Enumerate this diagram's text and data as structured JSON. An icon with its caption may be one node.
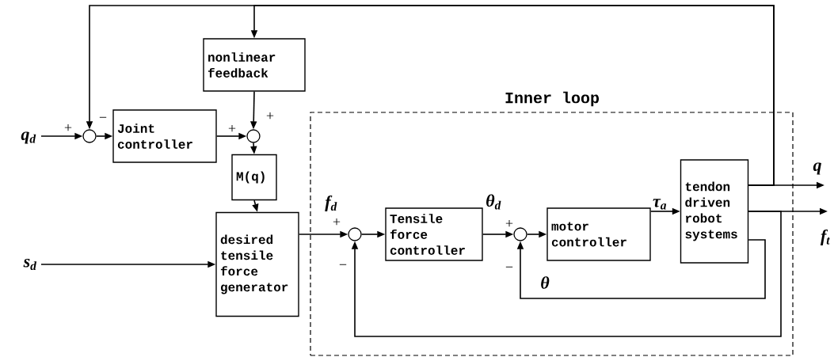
{
  "diagram": {
    "nodes": [
      {
        "text": [
          "Inner loop"
        ]
      },
      {
        "text": [
          "nonlinear feedback"
        ]
      },
      {
        "text": [
          "Joint controller"
        ]
      },
      {
        "text": [
          "M(q)"
        ]
      },
      {
        "text": [
          "desired tensile force generator"
        ]
      },
      {
        "text": [
          "Tensile force controller"
        ],
        "in": 0
      },
      {
        "text": [
          "motor controller"
        ],
        "in": 0
      },
      {
        "text": [
          "tendon driven robot systems"
        ],
        "in": 0
      },
      {
        "text": [],
        "shape": "circle"
      },
      {
        "text": [],
        "shape": "circle"
      },
      {
        "text": [],
        "shape": "circle",
        "in": 0
      },
      {
        "text": [],
        "shape": "circle",
        "in": 0
      }
    ],
    "edges": [
      {
        "from": null,
        "to": 8,
        "arrow": "to",
        "label": "q$_{d}$"
      },
      {
        "from": 8,
        "to": 2,
        "arrow": "to"
      },
      {
        "from": 2,
        "to": 9,
        "arrow": "to"
      },
      {
        "from": 1,
        "to": 9,
        "arrow": "to"
      },
      {
        "from": 9,
        "to": 3,
        "arrow": "to"
      },
      {
        "from": 3,
        "to": 4,
        "arrow": "to"
      },
      {
        "from": null,
        "to": 4,
        "arrow": "to",
        "label": "s$_{d}$"
      },
      {
        "from": 4,
        "to": 10,
        "arrow": "to",
        "label": "f$_{d}$"
      },
      {
        "from": 10,
        "to": 5,
        "arrow": "to"
      },
      {
        "from": 5,
        "to": 11,
        "arrow": "to",
        "label": "θ$_{d}$"
      },
      {
        "from": 11,
        "to": 6,
        "arrow": "to"
      },
      {
        "from": 6,
        "to": 7,
        "arrow": "to",
        "label": "τ$_{a}$"
      },
      {
        "from": 7,
        "to": null,
        "arrow": "to",
        "label": "q"
      },
      {
        "from": 7,
        "to": null,
        "arrow": "to",
        "label": "f$_{t}$"
      },
      {
        "from": 7,
        "to": 11,
        "arrow": "to",
        "label": "θ"
      },
      {
        "from": 7,
        "to": 10,
        "arrow": "to"
      },
      {
        "from": 7,
        "to": 8,
        "arrow": "to"
      },
      {
        "from": 7,
        "to": 1,
        "arrow": "to"
      }
    ],
    "labels": [
      "+",
      "−",
      "+",
      "+",
      "+",
      "+",
      "−",
      "−"
    ]
  }
}
